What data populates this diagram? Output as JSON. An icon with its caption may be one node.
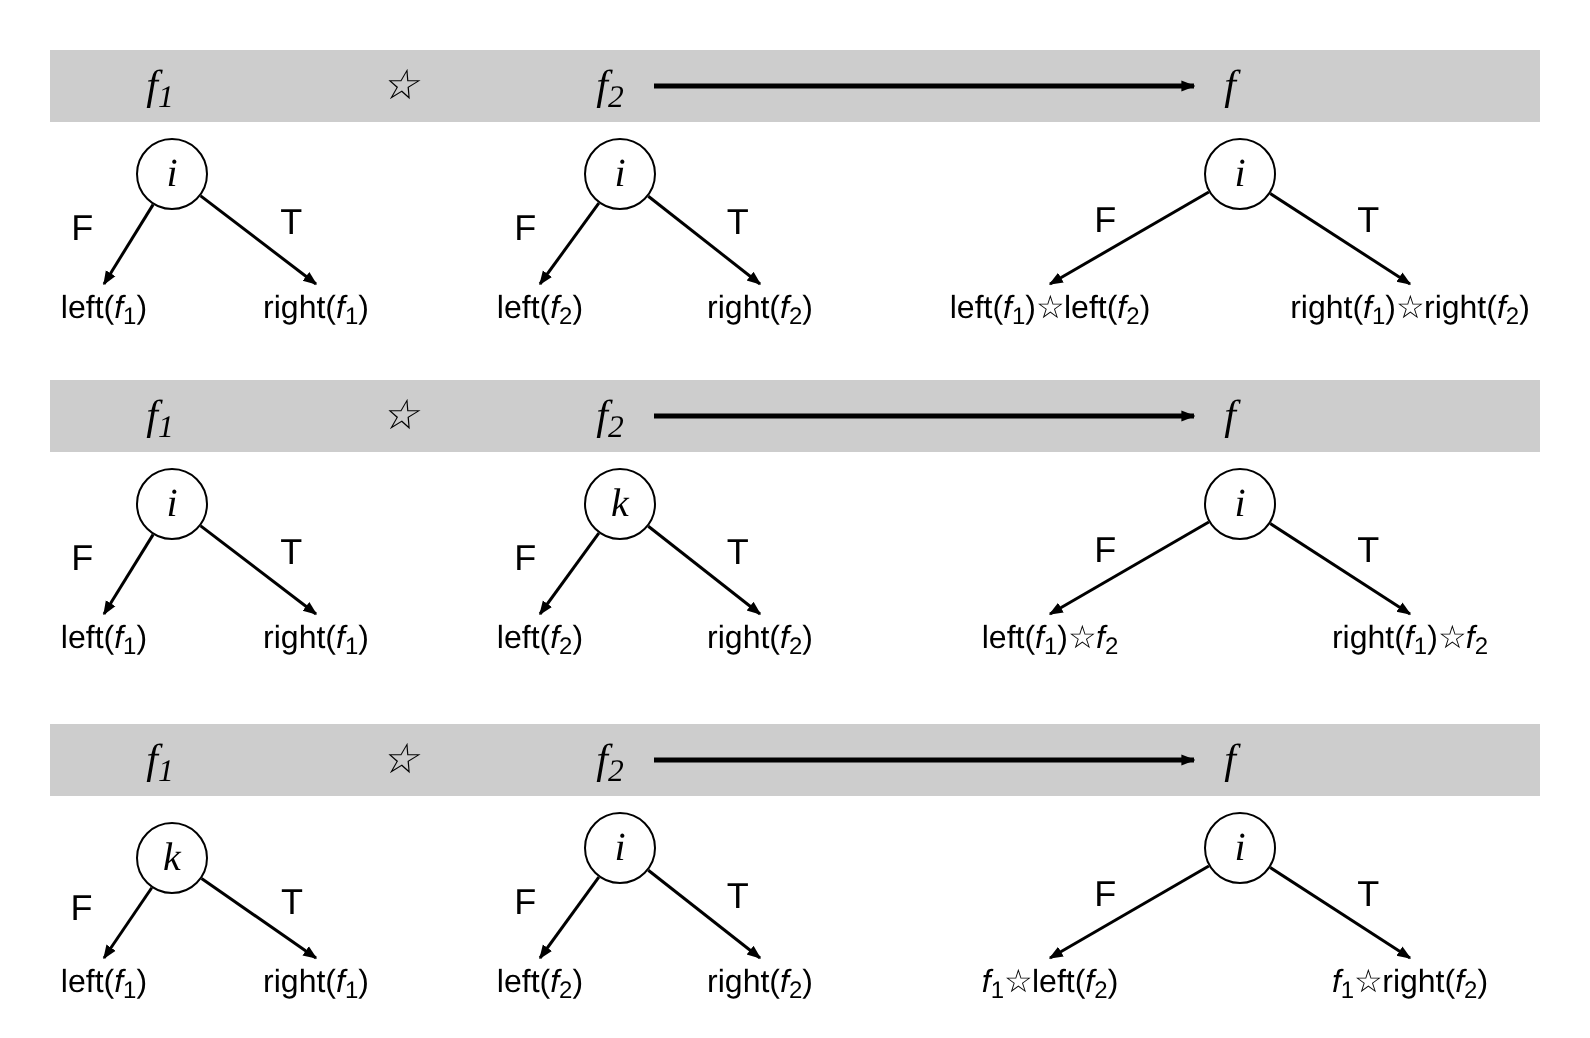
{
  "diagram": {
    "nodes": [
      {
        "text": [],
        "shape": "band"
      },
      {
        "text": [
          "f$_{1}$"
        ],
        "in": 0
      },
      {
        "text": [
          "☆"
        ],
        "in": 0
      },
      {
        "text": [
          "f$_{2}$"
        ],
        "in": 0
      },
      {
        "text": [
          "f"
        ],
        "in": 0
      },
      {
        "text": [
          "i"
        ]
      },
      {
        "text": [
          "left(*f*$_{1}$)"
        ]
      },
      {
        "text": [
          "right(*f*$_{1}$)"
        ]
      },
      {
        "text": [
          "i"
        ]
      },
      {
        "text": [
          "left(*f*$_{2}$)"
        ]
      },
      {
        "text": [
          "right(*f*$_{2}$)"
        ]
      },
      {
        "text": [
          "i"
        ]
      },
      {
        "text": [
          "left(*f*$_{1}$)☆left(*f*$_{2}$)"
        ]
      },
      {
        "text": [
          "right(*f*$_{1}$)☆right(*f*$_{2}$)"
        ]
      },
      {
        "text": [],
        "shape": "band"
      },
      {
        "text": [
          "f$_{1}$"
        ],
        "in": 14
      },
      {
        "text": [
          "☆"
        ],
        "in": 14
      },
      {
        "text": [
          "f$_{2}$"
        ],
        "in": 14
      },
      {
        "text": [
          "f"
        ],
        "in": 14
      },
      {
        "text": [
          "i"
        ]
      },
      {
        "text": [
          "left(*f*$_{1}$)"
        ]
      },
      {
        "text": [
          "right(*f*$_{1}$)"
        ]
      },
      {
        "text": [
          "k"
        ]
      },
      {
        "text": [
          "left(*f*$_{2}$)"
        ]
      },
      {
        "text": [
          "right(*f*$_{2}$)"
        ]
      },
      {
        "text": [
          "i"
        ]
      },
      {
        "text": [
          "left(*f*$_{1}$)☆*f*$_{2}$"
        ]
      },
      {
        "text": [
          "right(*f*$_{1}$)☆*f*$_{2}$"
        ]
      },
      {
        "text": [],
        "shape": "band"
      },
      {
        "text": [
          "f$_{1}$"
        ],
        "in": 28
      },
      {
        "text": [
          "☆"
        ],
        "in": 28
      },
      {
        "text": [
          "f$_{2}$"
        ],
        "in": 28
      },
      {
        "text": [
          "f"
        ],
        "in": 28
      },
      {
        "text": [
          "k"
        ]
      },
      {
        "text": [
          "left(*f*$_{1}$)"
        ]
      },
      {
        "text": [
          "right(*f*$_{1}$)"
        ]
      },
      {
        "text": [
          "i"
        ]
      },
      {
        "text": [
          "left(*f*$_{2}$)"
        ]
      },
      {
        "text": [
          "right(*f*$_{2}$)"
        ]
      },
      {
        "text": [
          "i"
        ]
      },
      {
        "text": [
          "*f*$_{1}$☆left(*f*$_{2}$)"
        ]
      },
      {
        "text": [
          "*f*$_{1}$☆right(*f*$_{2}$)"
        ]
      }
    ],
    "edges": [
      {
        "from": 3,
        "to": 4,
        "arrow": "to"
      },
      {
        "from": 5,
        "to": 6,
        "arrow": "to",
        "label": "F"
      },
      {
        "from": 5,
        "to": 7,
        "arrow": "to",
        "label": "T"
      },
      {
        "from": 8,
        "to": 9,
        "arrow": "to",
        "label": "F"
      },
      {
        "from": 8,
        "to": 10,
        "arrow": "to",
        "label": "T"
      },
      {
        "from": 11,
        "to": 12,
        "arrow": "to",
        "label": "F"
      },
      {
        "from": 11,
        "to": 13,
        "arrow": "to",
        "label": "T"
      },
      {
        "from": 17,
        "to": 18,
        "arrow": "to"
      },
      {
        "from": 19,
        "to": 20,
        "arrow": "to",
        "label": "F"
      },
      {
        "from": 19,
        "to": 21,
        "arrow": "to",
        "label": "T"
      },
      {
        "from": 22,
        "to": 23,
        "arrow": "to",
        "label": "F"
      },
      {
        "from": 22,
        "to": 24,
        "arrow": "to",
        "label": "T"
      },
      {
        "from": 25,
        "to": 26,
        "arrow": "to",
        "label": "F"
      },
      {
        "from": 25,
        "to": 27,
        "arrow": "to",
        "label": "T"
      },
      {
        "from": 31,
        "to": 32,
        "arrow": "to"
      },
      {
        "from": 33,
        "to": 34,
        "arrow": "to",
        "label": "F"
      },
      {
        "from": 33,
        "to": 35,
        "arrow": "to",
        "label": "T"
      },
      {
        "from": 36,
        "to": 37,
        "arrow": "to",
        "label": "F"
      },
      {
        "from": 36,
        "to": 38,
        "arrow": "to",
        "label": "T"
      },
      {
        "from": 39,
        "to": 40,
        "arrow": "to",
        "label": "F"
      },
      {
        "from": 39,
        "to": 41,
        "arrow": "to",
        "label": "T"
      }
    ]
  }
}
